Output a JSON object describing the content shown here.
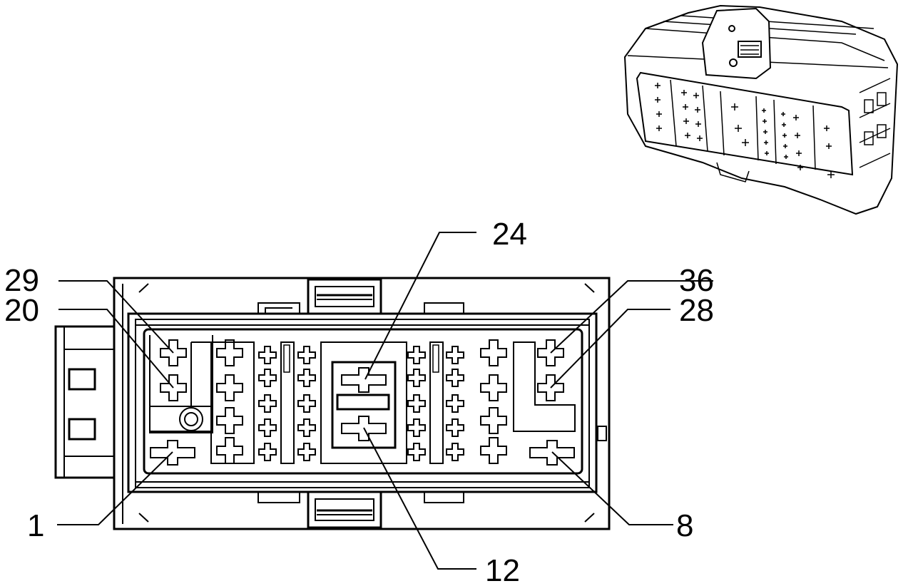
{
  "callouts": {
    "pin_24": "24",
    "pin_29": "29",
    "pin_20": "20",
    "pin_36": "36",
    "pin_28": "28",
    "pin_1": "1",
    "pin_8": "8",
    "pin_12": "12"
  },
  "colors": {
    "line": "#000000",
    "background": "#ffffff"
  }
}
